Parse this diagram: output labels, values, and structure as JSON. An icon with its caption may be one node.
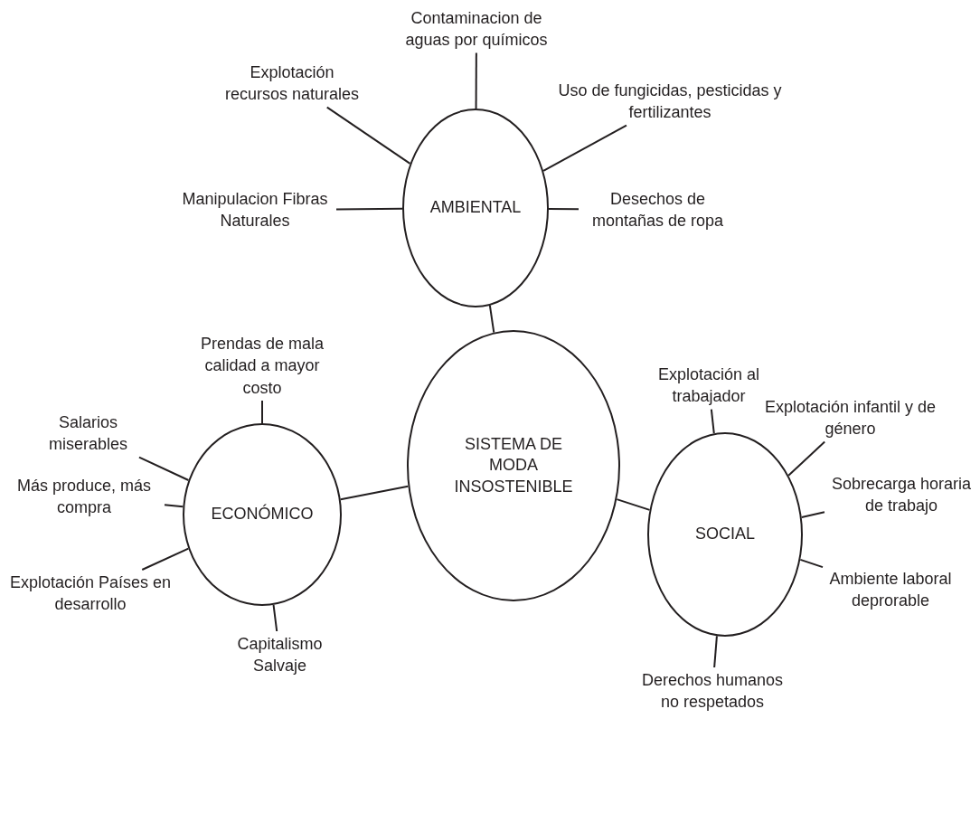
{
  "diagram": {
    "nodes": [
      {
        "text": [
          "SISTEMA DE MODA INSOSTENIBLE"
        ]
      },
      {
        "text": [
          "AMBIENTAL"
        ]
      },
      {
        "text": [
          "ECONÓMICO"
        ]
      },
      {
        "text": [
          "SOCIAL"
        ]
      },
      {
        "text": [
          "Contaminacion de aguas por químicos"
        ]
      },
      {
        "text": [
          "Explotación recursos naturales"
        ]
      },
      {
        "text": [
          "Uso de fungicidas, pesticidas y fertilizantes"
        ]
      },
      {
        "text": [
          "Manipulacion Fibras Naturales"
        ]
      },
      {
        "text": [
          "Desechos de montañas de ropa"
        ]
      },
      {
        "text": [
          "Prendas de mala calidad a mayor costo"
        ]
      },
      {
        "text": [
          "Salarios miserables"
        ]
      },
      {
        "text": [
          "Más produce, más compra"
        ]
      },
      {
        "text": [
          "Explotación Países en desarrollo"
        ]
      },
      {
        "text": [
          "Capitalismo Salvaje"
        ]
      },
      {
        "text": [
          "Explotación al trabajador"
        ]
      },
      {
        "text": [
          "Explotación infantil y de género"
        ]
      },
      {
        "text": [
          "Sobrecarga horaria de trabajo"
        ]
      },
      {
        "text": [
          "Ambiente laboral deprorable"
        ]
      },
      {
        "text": [
          "Derechos humanos no respetados"
        ]
      }
    ],
    "edges": [
      {
        "from": 0,
        "to": 1,
        "arrow": "none"
      },
      {
        "from": 0,
        "to": 2,
        "arrow": "none"
      },
      {
        "from": 0,
        "to": 3,
        "arrow": "none"
      },
      {
        "from": 4,
        "to": 1,
        "arrow": "none"
      },
      {
        "from": 5,
        "to": 1,
        "arrow": "none"
      },
      {
        "from": 6,
        "to": 1,
        "arrow": "none"
      },
      {
        "from": 7,
        "to": 1,
        "arrow": "none"
      },
      {
        "from": 8,
        "to": 1,
        "arrow": "none"
      },
      {
        "from": 9,
        "to": 2,
        "arrow": "none"
      },
      {
        "from": 10,
        "to": 2,
        "arrow": "none"
      },
      {
        "from": 11,
        "to": 2,
        "arrow": "none"
      },
      {
        "from": 12,
        "to": 2,
        "arrow": "none"
      },
      {
        "from": 13,
        "to": 2,
        "arrow": "none"
      },
      {
        "from": 14,
        "to": 3,
        "arrow": "none"
      },
      {
        "from": 15,
        "to": 3,
        "arrow": "none"
      },
      {
        "from": 16,
        "to": 3,
        "arrow": "none"
      },
      {
        "from": 17,
        "to": 3,
        "arrow": "none"
      },
      {
        "from": 18,
        "to": 3,
        "arrow": "none"
      }
    ]
  }
}
